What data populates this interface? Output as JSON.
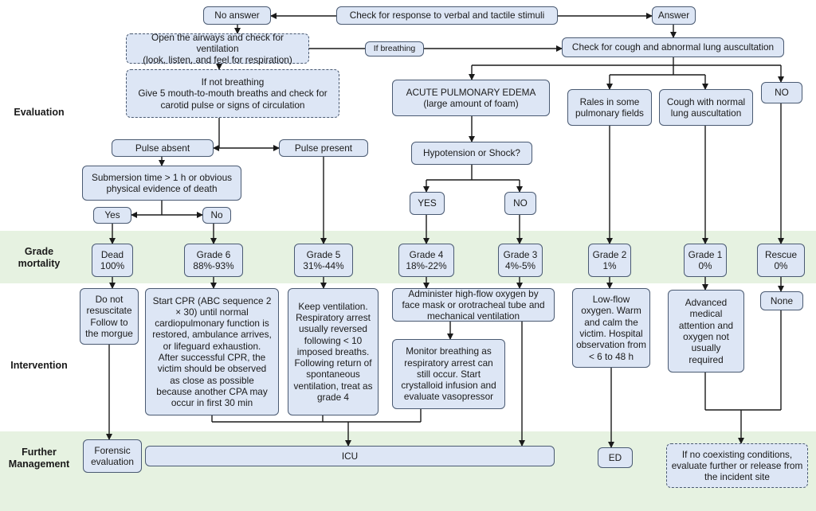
{
  "sections": {
    "evaluation": "Evaluation",
    "grade_mortality": "Grade\nmortality",
    "intervention": "Intervention",
    "further_management": "Further\nManagement"
  },
  "evaluation": {
    "check_response": "Check for response to verbal and tactile stimuli",
    "no_answer": "No answer",
    "answer": "Answer",
    "open_airways": "Open the airways and check for ventilation\n(look, listen, and feel for respiration)",
    "if_breathing": "If breathing",
    "check_cough": "Check for cough and abnormal lung auscultation",
    "if_not_breathing": "If not breathing\nGive 5 mouth-to-mouth breaths and check for\ncarotid pulse or signs of circulation",
    "acute_edema": "ACUTE PULMONARY EDEMA\n(large amount of foam)",
    "rales": "Rales in some\npulmonary fields",
    "cough_normal": "Cough with normal\nlung auscultation",
    "no_cough": "NO",
    "pulse_absent": "Pulse absent",
    "pulse_present": "Pulse present",
    "hypotension": "Hypotension or Shock?",
    "submersion": "Submersion time > 1 h or obvious\nphysical evidence of death",
    "yes_death": "Yes",
    "no_death": "No",
    "yes_shock": "YES",
    "no_shock": "NO"
  },
  "grades": {
    "dead": "Dead\n100%",
    "g6": "Grade 6\n88%-93%",
    "g5": "Grade 5\n31%-44%",
    "g4": "Grade 4\n18%-22%",
    "g3": "Grade 3\n4%-5%",
    "g2": "Grade 2\n1%",
    "g1": "Grade 1\n0%",
    "rescue": "Rescue\n0%"
  },
  "intervention": {
    "dead": "Do not\nresuscitate\nFollow to\nthe morgue",
    "g6": "Start CPR (ABC sequence 2\n× 30) until normal\ncardiopulmonary function is\nrestored, ambulance arrives,\nor lifeguard exhaustion.\nAfter successful CPR, the\nvictim should be observed\nas close as possible\nbecause another CPA may\noccur in first 30 min",
    "g5": "Keep ventilation.\nRespiratory arrest\nusually reversed\nfollowing < 10\nimposed breaths.\nFollowing return of\nspontaneous\nventilation, treat as\ngrade 4",
    "g34": "Administer high-flow oxygen by\nface mask or orotracheal tube and\nmechanical ventilation",
    "g4": "Monitor breathing as\nrespiratory arrest can\nstill occur. Start\ncrystalloid infusion and\nevaluate vasopressor",
    "g2": "Low-flow\noxygen. Warm\nand calm the\nvictim. Hospital\nobservation from\n< 6 to 48 h",
    "g1": "Advanced\nmedical\nattention and\noxygen not\nusually\nrequired",
    "rescue": "None"
  },
  "further": {
    "forensic": "Forensic\nevaluation",
    "icu": "ICU",
    "ed": "ED",
    "release": "If no coexisting conditions,\nevaluate further or release from\nthe incident site"
  }
}
